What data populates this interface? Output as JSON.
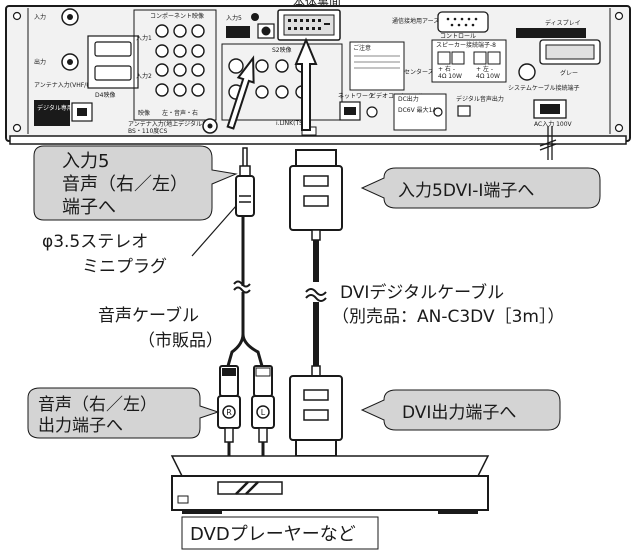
{
  "header_partial": "本体裏面",
  "panel": {
    "input_label": "入力",
    "output_label": "出力",
    "antenna_input": "アンテナ入力(VHF/UHF)",
    "component_video": "コンポーネント映像",
    "input1": "入力1",
    "input2": "入力2",
    "input5": "入力5",
    "d4_video": "D4映像",
    "video_label": "映像",
    "audio_rl": "左・音声・右",
    "s2_video": "S2映像",
    "ground": "通信接地用アース",
    "control": "コントロール",
    "speaker_terminal": "スピーカー接続端子-8",
    "speaker_right": "+ 右 -",
    "speaker_left": "+ 左 -",
    "speaker_rating": "4Ω 10W",
    "center_speaker": "センタースピーカー入力",
    "digital_line": "デジタル専用端子",
    "antenna_input2": "アンテナ入力(地上デジタル)",
    "bs_cs": "BS・110度CS",
    "network": "ネットワーク",
    "video_control": "ビデオコントロール",
    "dc_out": "DC出力",
    "dc_rating": "DC6V 最大1A",
    "digital_audio_out": "デジタル音声出力",
    "ac_input": "AC入力 100V",
    "display": "ディスプレイ",
    "grey": "グレー",
    "cable_note": "システムケーブル接続端子",
    "dvi_notes": "ご注意",
    "i_link": "i.LINK(TS)"
  },
  "callouts": {
    "input5_audio": [
      "入力5",
      "音声（右／左）",
      "端子へ"
    ],
    "input5_dvi": "入力5DVI-I端子へ",
    "output_audio": [
      "音声（右／左）",
      "出力端子へ"
    ],
    "dvi_output": "DVI出力端子へ"
  },
  "labels": {
    "stereo_plug": [
      "φ3.5ステレオ",
      "ミニプラグ"
    ],
    "audio_cable": [
      "音声ケーブル",
      "（市販品）"
    ],
    "dvi_cable": [
      "DVIデジタルケーブル",
      "（別売品：AN-C3DV［3m］）"
    ],
    "dvd_player": "DVDプレーヤーなど",
    "plug_r": "R",
    "plug_l": "L"
  },
  "colors": {
    "outline": "#1a1a1a",
    "callout_fill": "#d4d4d4",
    "panel_fill": "#f2f2f2",
    "white": "#ffffff"
  }
}
